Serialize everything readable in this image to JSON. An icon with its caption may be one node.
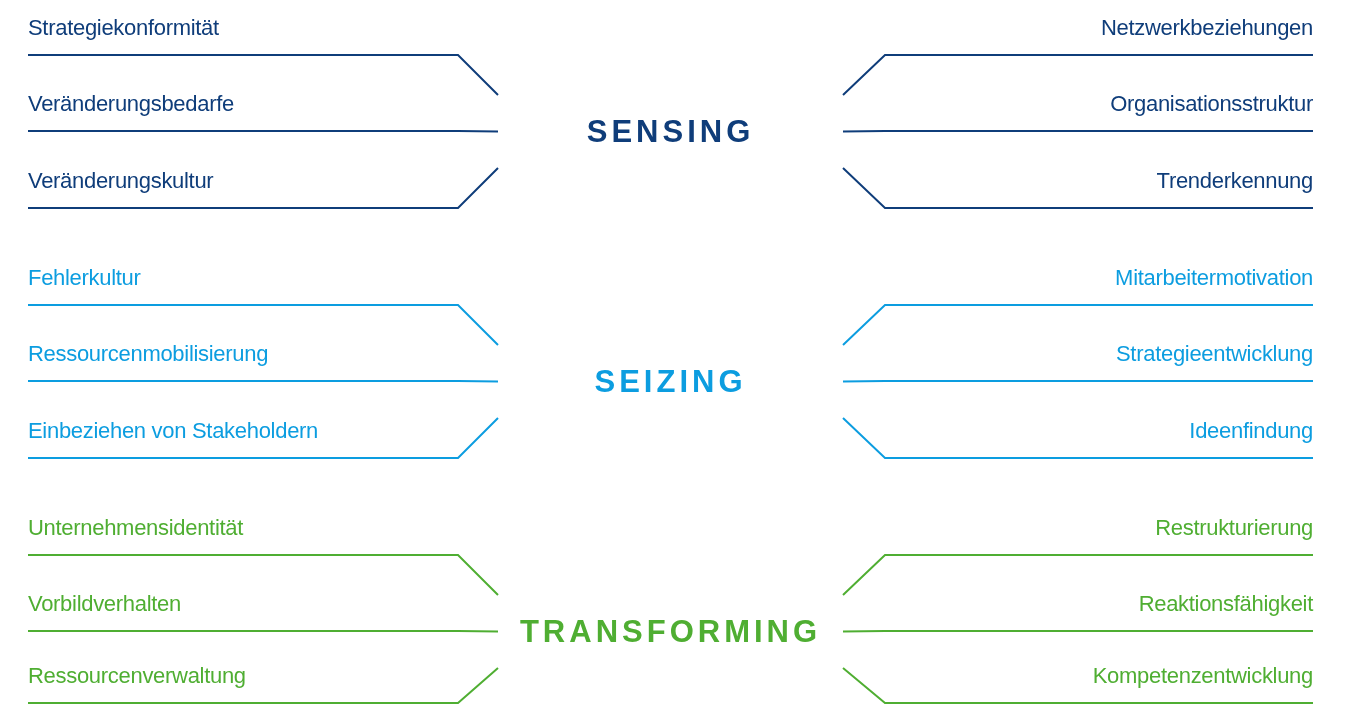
{
  "diagram": {
    "nodes": [
      {
        "text": [
          "Strategiekonformität"
        ]
      },
      {
        "text": [
          "Netzwerkbeziehungen"
        ]
      },
      {
        "text": [
          "Veränderungsbedarfe"
        ]
      },
      {
        "text": [
          "SENSING"
        ]
      },
      {
        "text": [
          "Organisationsstruktur"
        ]
      },
      {
        "text": [
          "Veränderungskultur"
        ]
      },
      {
        "text": [
          "Trenderkennung"
        ]
      },
      {
        "text": [
          "Fehlerkultur"
        ]
      },
      {
        "text": [
          "Mitarbeitermotivation"
        ]
      },
      {
        "text": [
          "Ressourcenmobilisierung"
        ]
      },
      {
        "text": [
          "SEIZING"
        ]
      },
      {
        "text": [
          "Strategieentwicklung"
        ]
      },
      {
        "text": [
          "Einbeziehen von Stakeholdern"
        ]
      },
      {
        "text": [
          "Ideenfindung"
        ]
      },
      {
        "text": [
          "Unternehmensidentität"
        ]
      },
      {
        "text": [
          "Restrukturierung"
        ]
      },
      {
        "text": [
          "Vorbildverhalten"
        ]
      },
      {
        "text": [
          "TRANSFORMING"
        ]
      },
      {
        "text": [
          "Reaktionsfähigkeit"
        ]
      },
      {
        "text": [
          "Ressourcenverwaltung"
        ]
      },
      {
        "text": [
          "Kompetenzentwicklung"
        ]
      }
    ],
    "edges": [
      {
        "from": 0,
        "to": 3,
        "arrow": "none",
        "color": "#0f3d7a"
      },
      {
        "from": 1,
        "to": 3,
        "arrow": "none",
        "color": "#0f3d7a"
      },
      {
        "from": 2,
        "to": 3,
        "arrow": "none",
        "color": "#0f3d7a"
      },
      {
        "from": 4,
        "to": 3,
        "arrow": "none",
        "color": "#0f3d7a"
      },
      {
        "from": 5,
        "to": 3,
        "arrow": "none",
        "color": "#0f3d7a"
      },
      {
        "from": 6,
        "to": 3,
        "arrow": "none",
        "color": "#0f3d7a"
      },
      {
        "from": 7,
        "to": 10,
        "arrow": "none",
        "color": "#0c9de0"
      },
      {
        "from": 8,
        "to": 10,
        "arrow": "none",
        "color": "#0c9de0"
      },
      {
        "from": 9,
        "to": 10,
        "arrow": "none",
        "color": "#0c9de0"
      },
      {
        "from": 11,
        "to": 10,
        "arrow": "none",
        "color": "#0c9de0"
      },
      {
        "from": 12,
        "to": 10,
        "arrow": "none",
        "color": "#0c9de0"
      },
      {
        "from": 13,
        "to": 10,
        "arrow": "none",
        "color": "#0c9de0"
      },
      {
        "from": 14,
        "to": 17,
        "arrow": "none",
        "color": "#4fae32"
      },
      {
        "from": 15,
        "to": 17,
        "arrow": "none",
        "color": "#4fae32"
      },
      {
        "from": 16,
        "to": 17,
        "arrow": "none",
        "color": "#4fae32"
      },
      {
        "from": 18,
        "to": 17,
        "arrow": "none",
        "color": "#4fae32"
      },
      {
        "from": 19,
        "to": 17,
        "arrow": "none",
        "color": "#4fae32"
      },
      {
        "from": 20,
        "to": 17,
        "arrow": "none",
        "color": "#4fae32"
      }
    ]
  }
}
